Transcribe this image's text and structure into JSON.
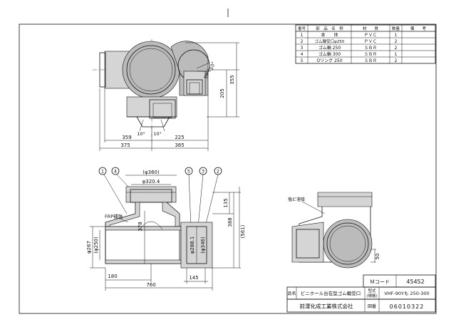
{
  "parts_table": {
    "headers": [
      "番号",
      "部　品　名　称",
      "材　　質",
      "数量",
      "備　　考"
    ],
    "rows": [
      [
        "1",
        "本　　体",
        "ＰＶＣ",
        "1",
        ""
      ],
      [
        "2",
        "ゴム輪受口φ250",
        "ＰＶＣ",
        "2",
        ""
      ],
      [
        "3",
        "ゴム輪 250",
        "ＳＢＲ",
        "2",
        ""
      ],
      [
        "4",
        "ゴム輪 300",
        "ＳＢＲ",
        "1",
        ""
      ],
      [
        "5",
        "Oリング 250",
        "ＳＢＲ",
        "2",
        ""
      ]
    ]
  },
  "top_view": {
    "dims": {
      "d359": "359",
      "d375": "375",
      "d225": "225",
      "d385": "385",
      "d205": "205",
      "d355": "355",
      "ang_a": "10°",
      "ang_b": "10°",
      "ang_c": "10°",
      "ang_d": "10°"
    }
  },
  "front_view": {
    "balloons": [
      "1",
      "4",
      "5",
      "3",
      "2"
    ],
    "label_frp": "FRP補強",
    "dims": {
      "d360": "(φ360)",
      "d320": "φ320.4",
      "d378": "378",
      "d135": "135",
      "d388": "388",
      "d561": "(561)",
      "d267": "φ267",
      "d250": "(φ250)",
      "d288": "φ288.1",
      "d346": "(φ346)",
      "d180": "180",
      "d760": "760",
      "d145": "145"
    }
  },
  "iso_view": {
    "label_frp": "塩ビ溶接",
    "d50": "50"
  },
  "title_block": {
    "code_label": "Ｍコード",
    "code_value": "45452",
    "name_label": "品名",
    "name_value": "ビニホール台在型ゴム輪受口",
    "model_label_1": "型式",
    "model_label_2": "(規格)",
    "model_value": "VHF-90Yも 250-300",
    "company": "前澤化成工業株式会社",
    "drawing_label": "図番",
    "drawing_value": "06010322"
  }
}
